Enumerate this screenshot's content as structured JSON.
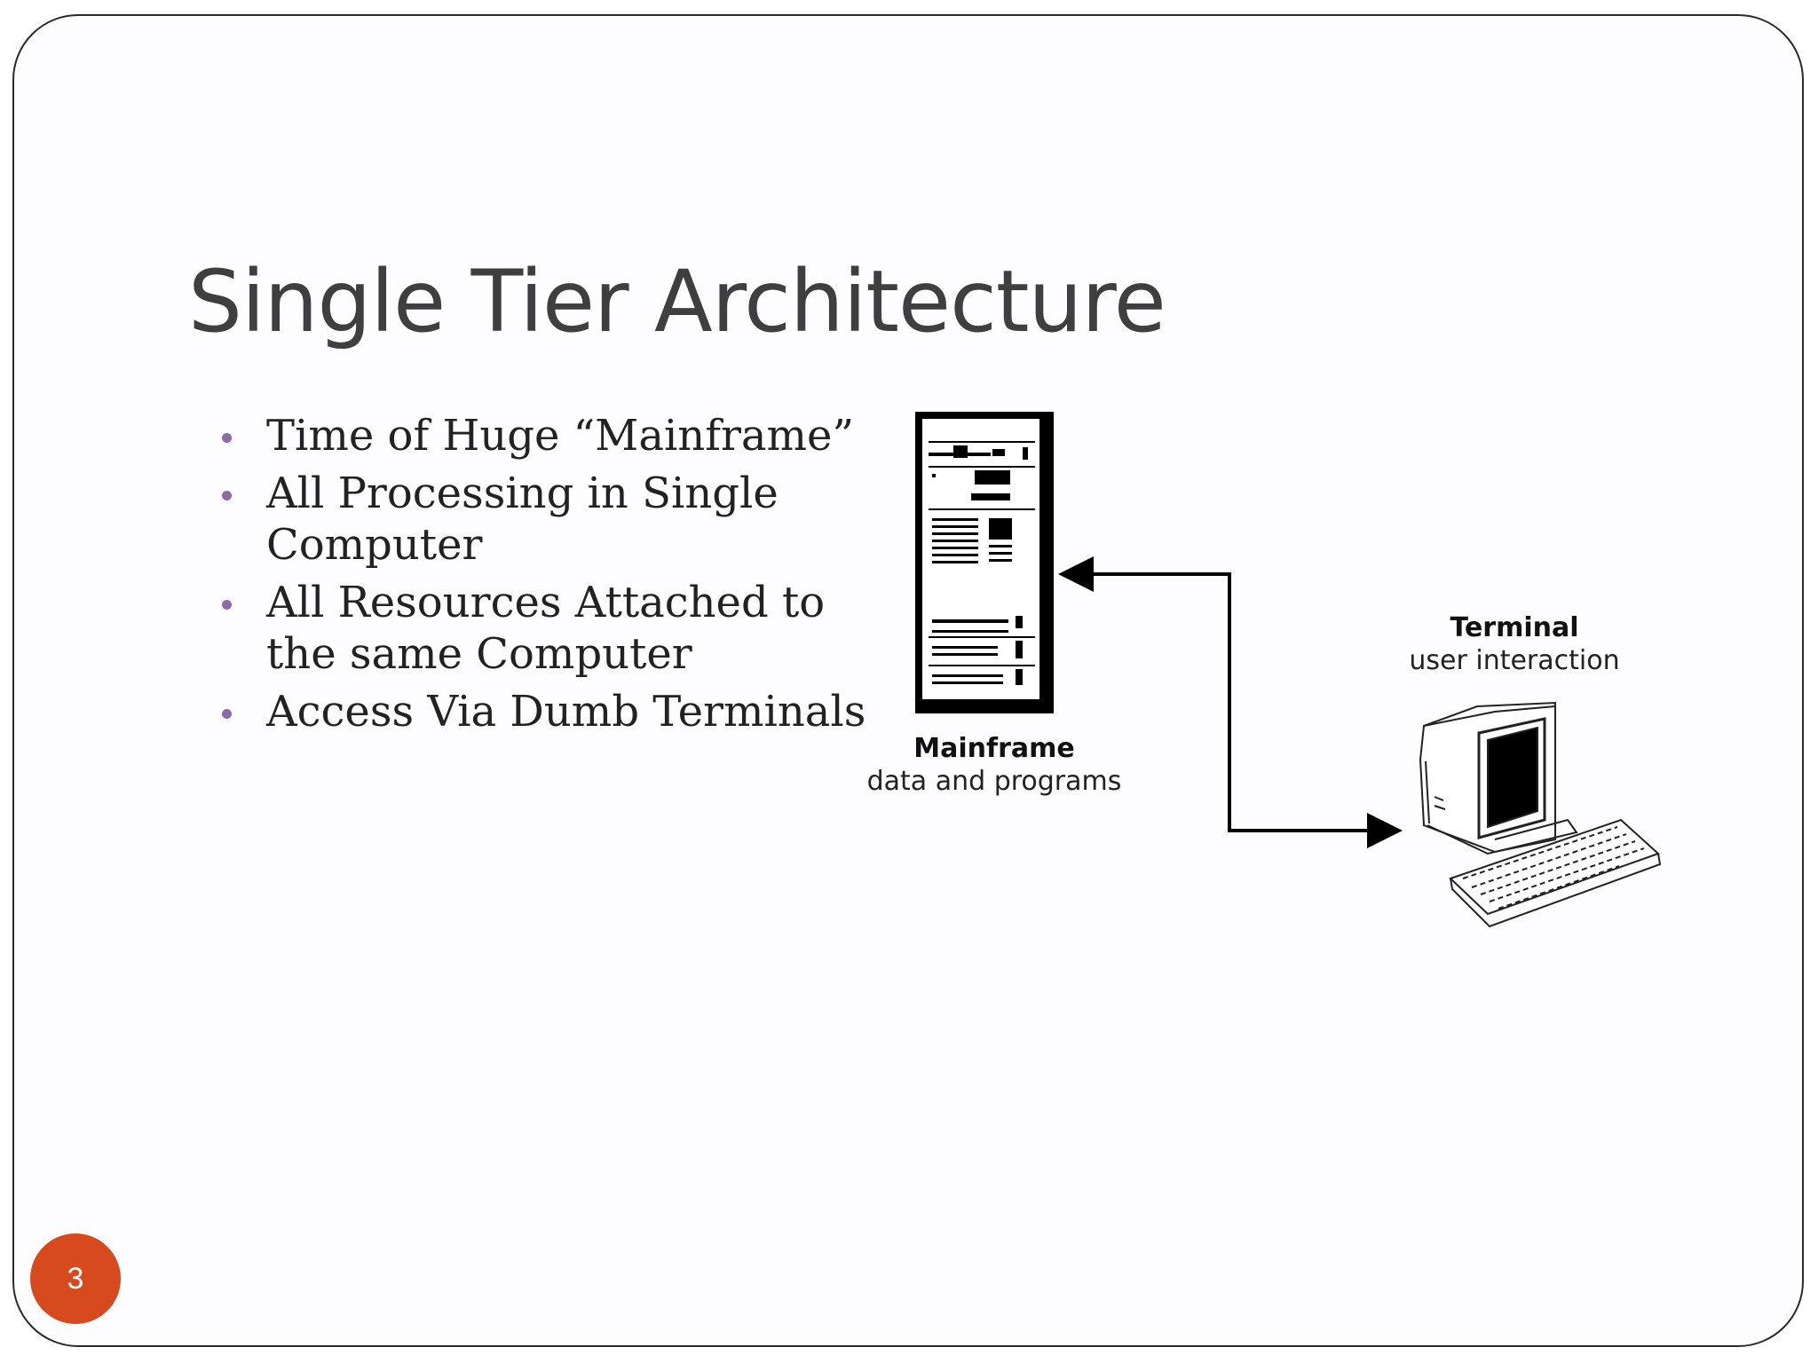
{
  "slide": {
    "title": "Single Tier Architecture",
    "bullets": [
      "Time of Huge “Mainframe”",
      "All Processing in Single Computer",
      "All Resources Attached to the same Computer",
      "Access Via Dumb Terminals"
    ],
    "page_number": "3"
  },
  "diagram": {
    "mainframe": {
      "label": "Mainframe",
      "sublabel": "data and programs",
      "icon": "mainframe-icon"
    },
    "terminal": {
      "label": "Terminal",
      "sublabel": "user interaction",
      "icon": "computer-terminal-icon"
    },
    "connection": "bidirectional-arrow"
  },
  "colors": {
    "bullet": "#8d6aa8",
    "badge": "#d64a1e",
    "title": "#3f3f3f"
  }
}
